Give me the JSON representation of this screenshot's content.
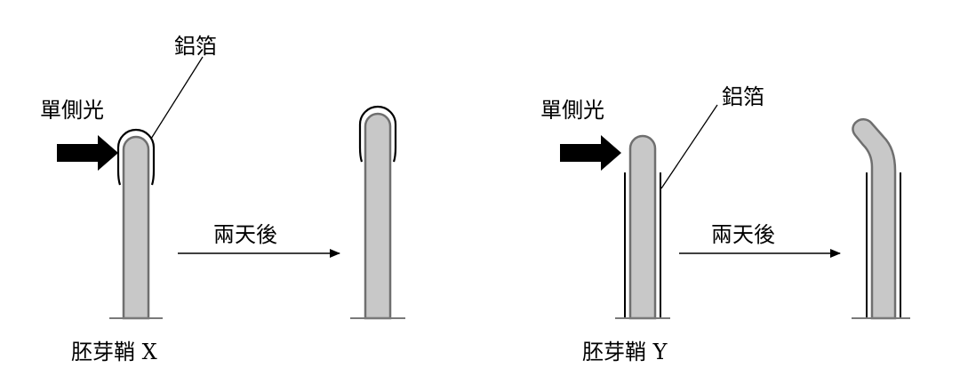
{
  "panels": [
    {
      "light_label": "單側光",
      "foil_label": "鋁箔",
      "time_label": "兩天後",
      "specimen_label": "胚芽鞘 X"
    },
    {
      "light_label": "單側光",
      "foil_label": "鋁箔",
      "time_label": "兩天後",
      "specimen_label": "胚芽鞘 Y"
    }
  ],
  "colors": {
    "coleoptile_fill": "#c8c8c8",
    "coleoptile_stroke": "#6f6f6f",
    "ink": "#000000"
  }
}
